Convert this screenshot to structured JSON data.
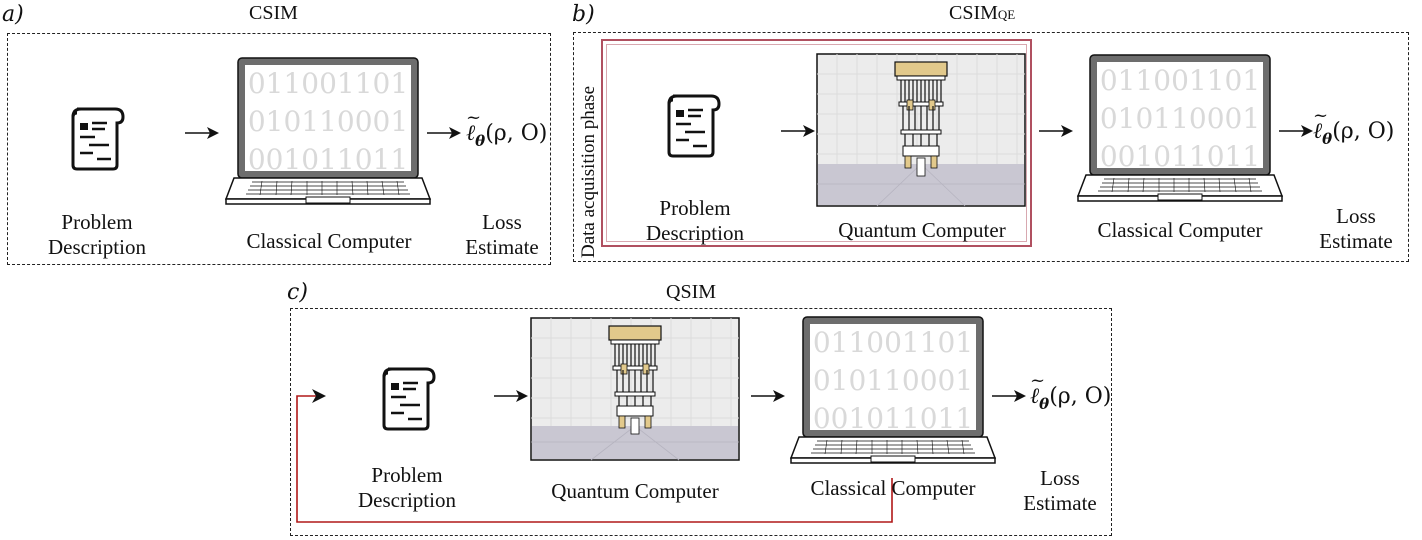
{
  "panels": {
    "a": {
      "letter": "a)",
      "title": "CSIM",
      "problem_label": [
        "Problem",
        "Description"
      ],
      "computer_label": "Classical Computer",
      "loss_label": [
        "Loss",
        "Estimate"
      ],
      "screen_rows": [
        "011001101",
        "010110001",
        "001011011"
      ]
    },
    "b": {
      "letter": "b)",
      "title": "CSIM",
      "title_sub": "QE",
      "phase_label": "Data acquisition phase",
      "problem_label": [
        "Problem",
        "Description"
      ],
      "quantum_label": "Quantum Computer",
      "computer_label": "Classical Computer",
      "loss_label": [
        "Loss",
        "Estimate"
      ],
      "screen_rows": [
        "011001101",
        "010110001",
        "001011011"
      ]
    },
    "c": {
      "letter": "c)",
      "title": "QSIM",
      "problem_label": [
        "Problem",
        "Description"
      ],
      "quantum_label": "Quantum Computer",
      "computer_label": "Classical Computer",
      "loss_label": [
        "Loss",
        "Estimate"
      ],
      "screen_rows": [
        "011001101",
        "010110001",
        "001011011"
      ]
    }
  },
  "math": {
    "ell": "ℓ",
    "theta": "θ",
    "args": "(ρ, O)"
  },
  "colors": {
    "stroke": "#111111",
    "laptop_frame": "#6d6d6d",
    "screen_digits": "#d9d9d9",
    "phase_box": "#b05060",
    "feedback_line": "#b01818",
    "cryostat_gold": "#e2c98b",
    "floor": "#c9c7d2",
    "wall": "#ececec"
  }
}
